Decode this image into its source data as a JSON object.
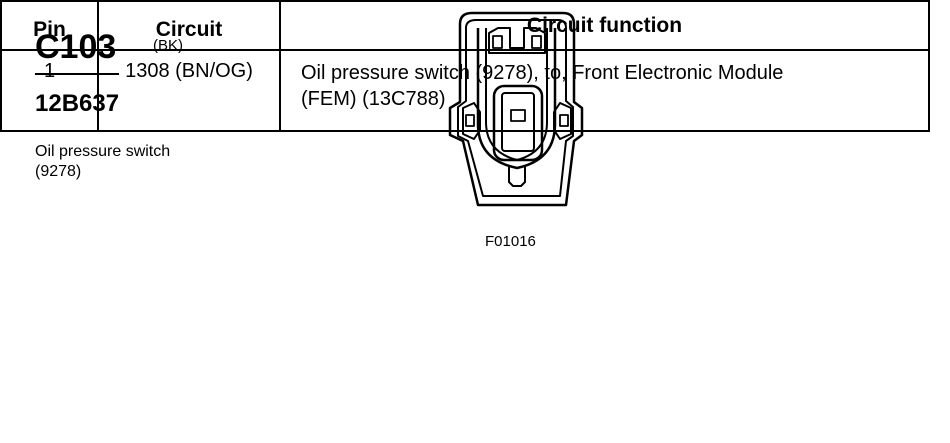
{
  "connector": {
    "id": "C103",
    "color_code": "(BK)",
    "part_number": "12B637",
    "component_line1": "Oil pressure switch",
    "component_line2": "(9278)"
  },
  "figure": {
    "reference": "F01016"
  },
  "table": {
    "headers": {
      "pin": "Pin",
      "circuit": "Circuit",
      "function": "Circuit function"
    },
    "rows": [
      {
        "pin": "1",
        "circuit": "1308 (BN/OG)",
        "function_line1": "Oil pressure switch (9278), to, Front Electronic Module",
        "function_line2": "(FEM) (13C788)"
      }
    ]
  }
}
